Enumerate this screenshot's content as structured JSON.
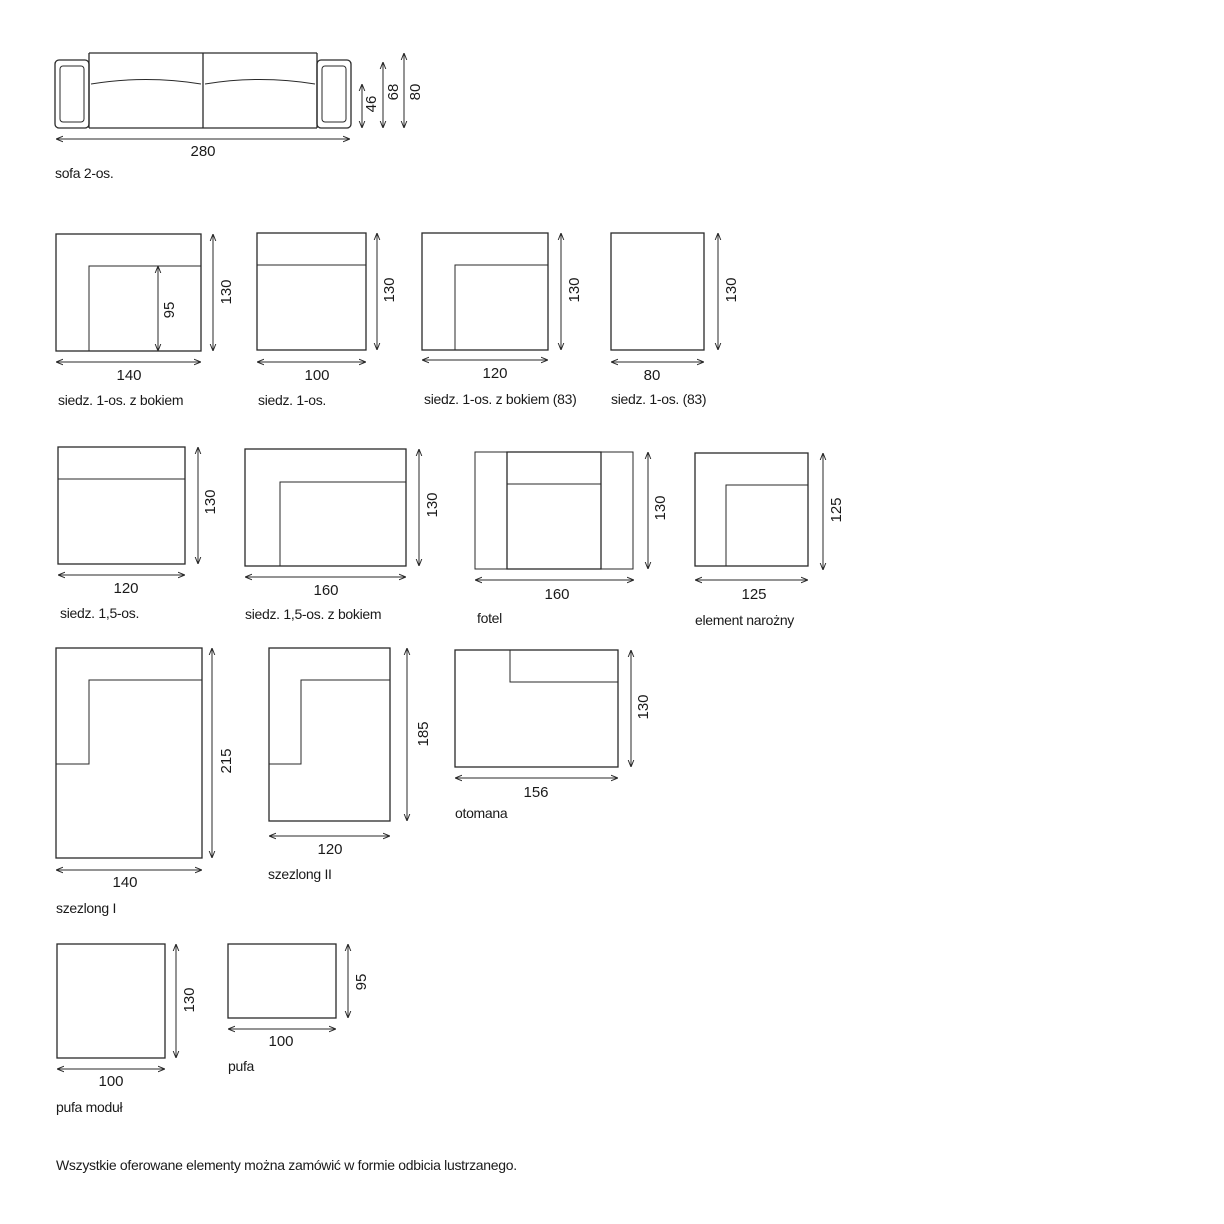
{
  "items": [
    {
      "caption": "sofa 2-os.",
      "width": "280",
      "heights": [
        "46",
        "68",
        "80"
      ]
    },
    {
      "caption": "siedz. 1-os. z bokiem",
      "width": "140",
      "depth": "130",
      "seat": "95"
    },
    {
      "caption": "siedz. 1-os.",
      "width": "100",
      "depth": "130"
    },
    {
      "caption": "siedz. 1-os. z bokiem (83)",
      "width": "120",
      "depth": "130"
    },
    {
      "caption": "siedz. 1-os. (83)",
      "width": "80",
      "depth": "130"
    },
    {
      "caption": "siedz. 1,5-os.",
      "width": "120",
      "depth": "130"
    },
    {
      "caption": "siedz. 1,5-os. z bokiem",
      "width": "160",
      "depth": "130"
    },
    {
      "caption": "fotel",
      "width": "160",
      "depth": "130"
    },
    {
      "caption": "element narożny",
      "width": "125",
      "depth": "125"
    },
    {
      "caption": "szezlong I",
      "width": "140",
      "depth": "215"
    },
    {
      "caption": "szezlong II",
      "width": "120",
      "depth": "185"
    },
    {
      "caption": "otomana",
      "width": "156",
      "depth": "130"
    },
    {
      "caption": "pufa moduł",
      "width": "100",
      "depth": "130"
    },
    {
      "caption": "pufa",
      "width": "100",
      "depth": "95"
    }
  ],
  "note": "Wszystkie oferowane elementy można zamówić w formie odbicia lustrzanego."
}
